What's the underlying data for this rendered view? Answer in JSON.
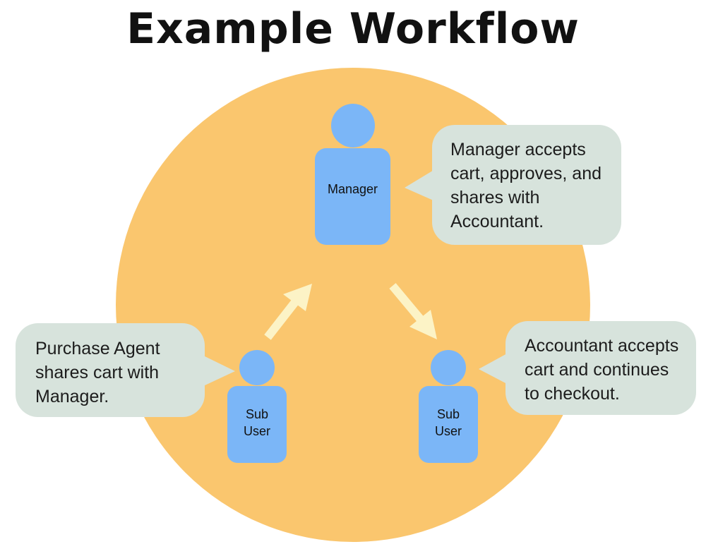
{
  "title": "Example Workflow",
  "colors": {
    "circle": "#FAC66E",
    "person": "#7BB6F7",
    "bubble": "#D7E3DC",
    "arrow": "#FCF3C6",
    "text": "#1C1C1C"
  },
  "people": {
    "manager": {
      "label": "Manager"
    },
    "sub_user_left": {
      "label": "Sub\nUser"
    },
    "sub_user_right": {
      "label": "Sub\nUser"
    }
  },
  "bubbles": {
    "manager": {
      "text": "Manager accepts\ncart, approves, and\nshares with\nAccountant."
    },
    "purchase_agent": {
      "text": "Purchase Agent\nshares cart with\nManager."
    },
    "accountant": {
      "text": "Accountant accepts\ncart and continues\nto checkout."
    }
  },
  "arrows": [
    {
      "name": "arrow-to-manager",
      "from": "sub_user_left",
      "to": "manager"
    },
    {
      "name": "arrow-to-accountant",
      "from": "manager",
      "to": "sub_user_right"
    }
  ]
}
